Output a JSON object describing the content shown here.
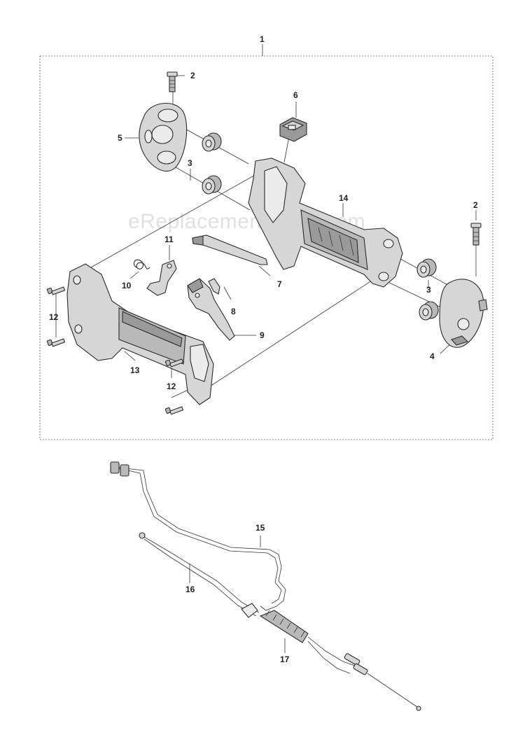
{
  "watermark": "eReplacementParts.com",
  "callouts": {
    "c1": "1",
    "c2a": "2",
    "c2b": "2",
    "c3a": "3",
    "c3b": "3",
    "c4": "4",
    "c5": "5",
    "c6": "6",
    "c7": "7",
    "c8": "8",
    "c9": "9",
    "c10": "10",
    "c11": "11",
    "c12a": "12",
    "c12b": "12",
    "c13": "13",
    "c14": "14",
    "c15": "15",
    "c16": "16",
    "c17": "17"
  }
}
